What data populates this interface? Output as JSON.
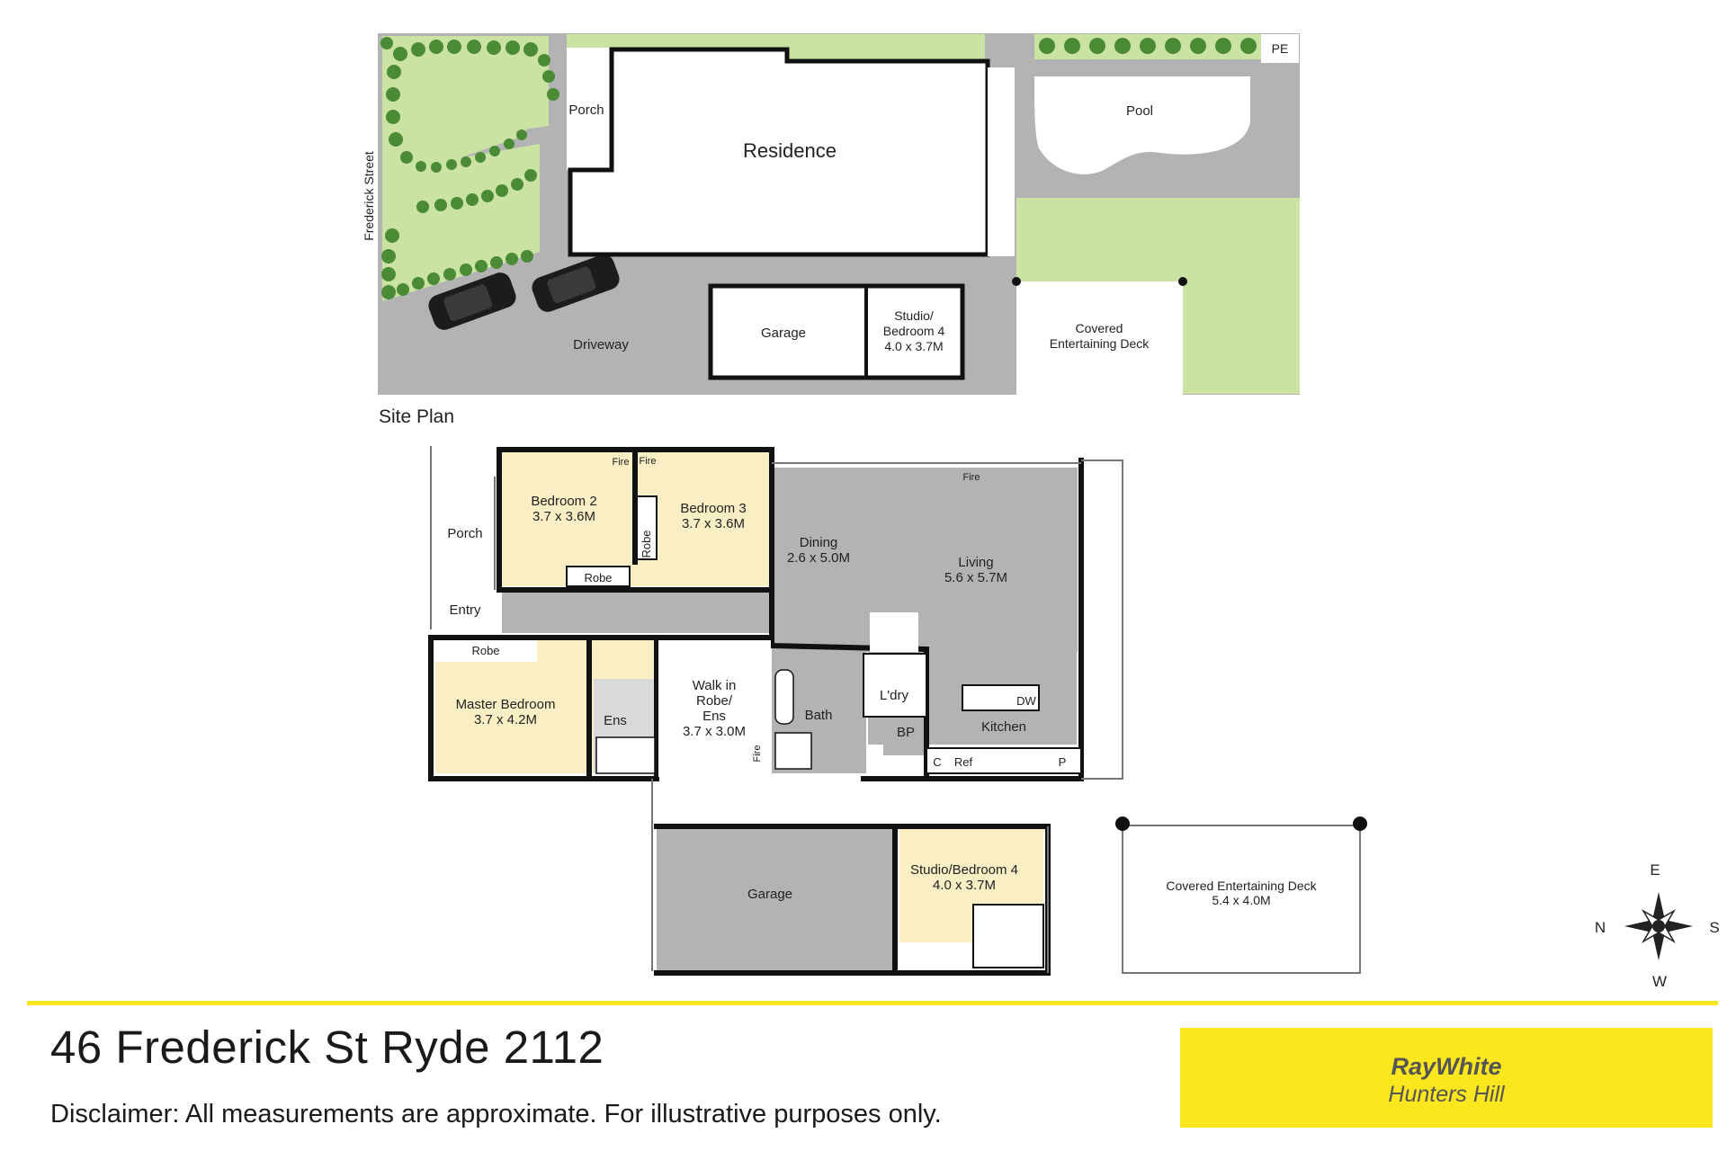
{
  "site_plan": {
    "caption": "Site Plan",
    "street": "Frederick Street",
    "porch": "Porch",
    "residence": "Residence",
    "pool": "Pool",
    "pe": "PE",
    "garage": "Garage",
    "driveway": "Driveway",
    "studio_line1": "Studio/",
    "studio_line2": "Bedroom 4",
    "studio_dims": "4.0 x 3.7M",
    "deck_line1": "Covered",
    "deck_line2": "Entertaining Deck"
  },
  "floor_plan": {
    "porch": "Porch",
    "entry": "Entry",
    "bed2_name": "Bedroom 2",
    "bed2_dims": "3.7 x 3.6M",
    "bed3_name": "Bedroom 3",
    "bed3_dims": "3.7 x 3.6M",
    "fire": "Fire",
    "robe": "Robe",
    "dining_name": "Dining",
    "dining_dims": "2.6 x 5.0M",
    "living_name": "Living",
    "living_dims": "5.6 x 5.7M",
    "master_name": "Master Bedroom",
    "master_dims": "3.7 x 4.2M",
    "ens": "Ens",
    "wir_line1": "Walk in",
    "wir_line2": "Robe/",
    "wir_line3": "Ens",
    "wir_dims": "3.7 x 3.0M",
    "bath": "Bath",
    "laundry": "L'dry",
    "bp": "BP",
    "kitchen": "Kitchen",
    "dw": "DW",
    "c": "C",
    "ref": "Ref",
    "p": "P",
    "garage": "Garage",
    "studio_name": "Studio/Bedroom 4",
    "studio_dims": "4.0 x 3.7M",
    "deck_name": "Covered Entertaining Deck",
    "deck_dims": "5.4 x 4.0M"
  },
  "compass": {
    "n": "N",
    "s": "S",
    "e": "E",
    "w": "W"
  },
  "footer": {
    "address": "46 Frederick St Ryde 2112",
    "disclaimer": "Disclaimer: All measurements are approximate. For illustrative purposes only.",
    "brand_name": "RayWhite",
    "brand_office": "Hunters Hill"
  },
  "colors": {
    "accent_yellow": "#f7e51d",
    "bedroom_fill": "#faeec4",
    "hard_surface": "#b3b3b3",
    "lawn": "#cbe3a2",
    "hedge": "#4b8b36"
  }
}
